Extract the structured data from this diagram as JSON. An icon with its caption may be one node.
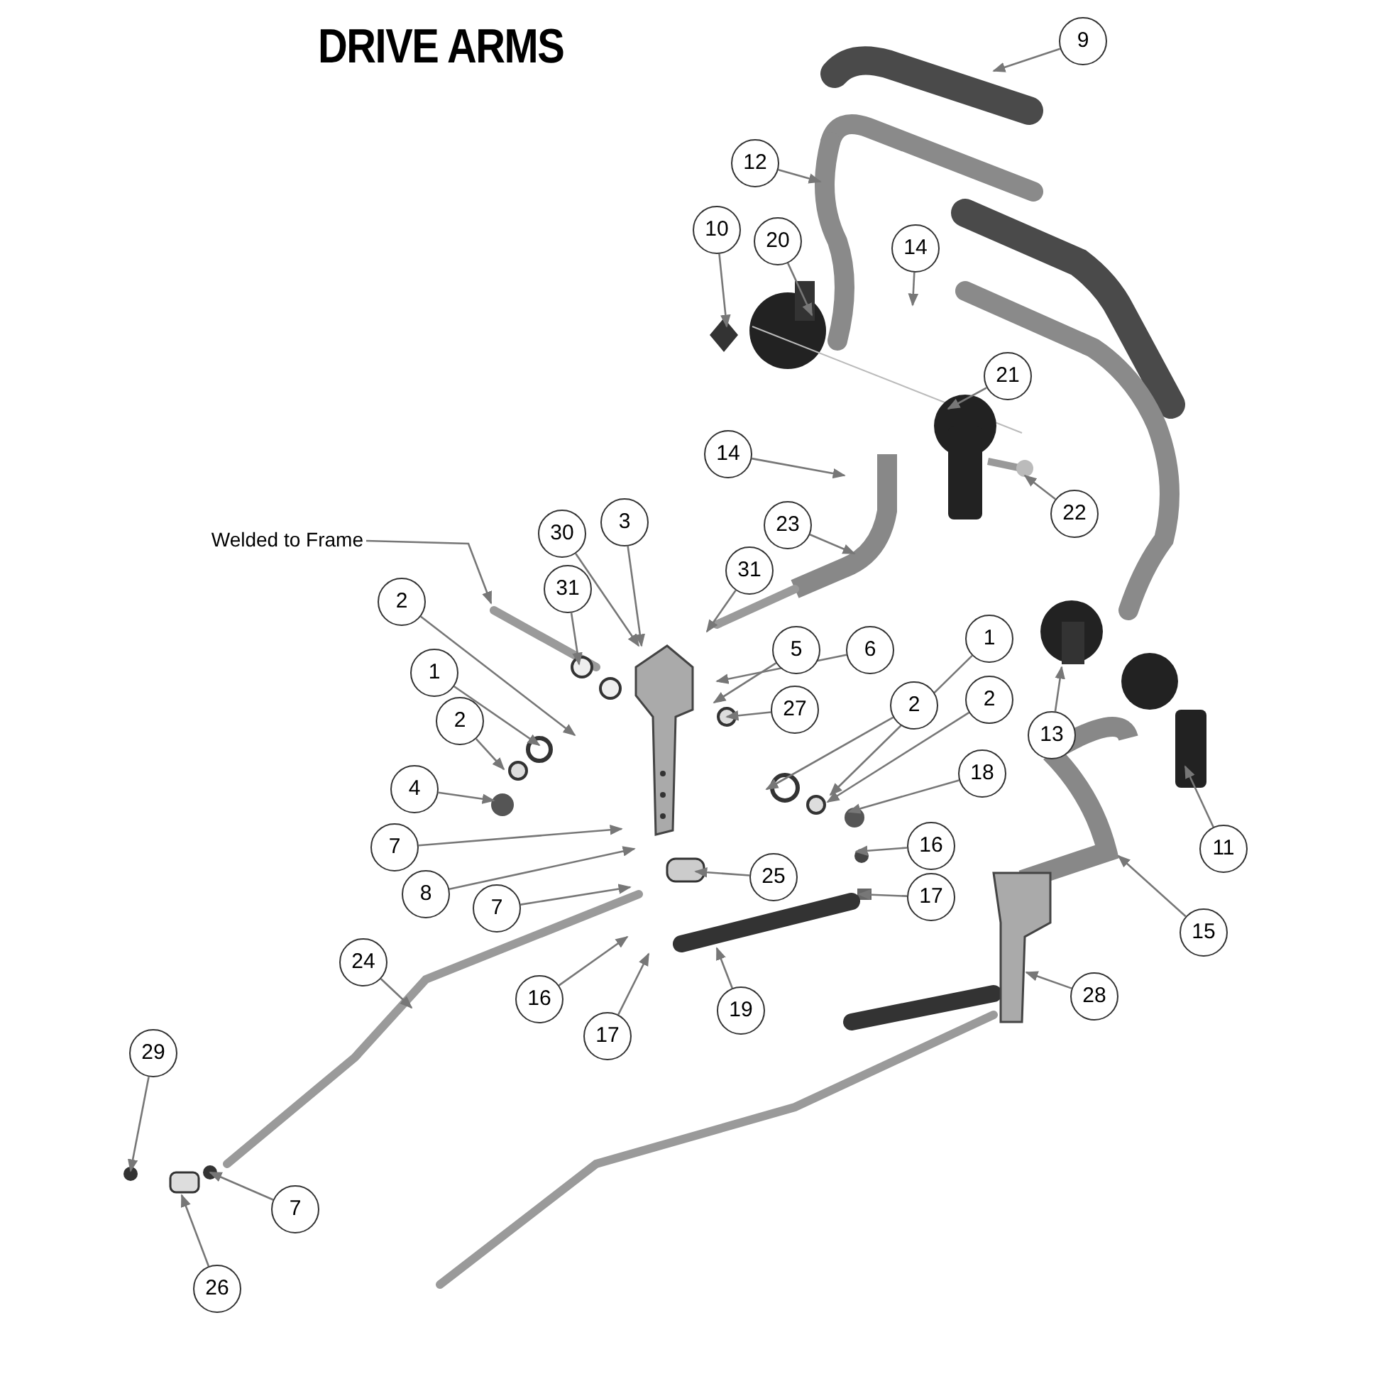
{
  "diagram": {
    "title": "DRIVE ARMS",
    "nodes": [
      {
        "text": [
          "9"
        ]
      },
      {
        "text": [
          "12"
        ]
      },
      {
        "text": [
          "10"
        ]
      },
      {
        "text": [
          "20"
        ]
      },
      {
        "text": [
          "14"
        ]
      },
      {
        "text": [
          "21"
        ]
      },
      {
        "text": [
          "14"
        ]
      },
      {
        "text": [
          "22"
        ]
      },
      {
        "text": [
          "23"
        ]
      },
      {
        "text": [
          "3"
        ]
      },
      {
        "text": [
          "Welded to Frame"
        ]
      },
      {
        "text": [
          "30"
        ]
      },
      {
        "text": [
          "31"
        ]
      },
      {
        "text": [
          "31"
        ]
      },
      {
        "text": [
          "2"
        ]
      },
      {
        "text": [
          "1"
        ]
      },
      {
        "text": [
          "5"
        ]
      },
      {
        "text": [
          "6"
        ]
      },
      {
        "text": [
          "1"
        ]
      },
      {
        "text": [
          "2"
        ]
      },
      {
        "text": [
          "27"
        ]
      },
      {
        "text": [
          "2"
        ]
      },
      {
        "text": [
          "2"
        ]
      },
      {
        "text": [
          "13"
        ]
      },
      {
        "text": [
          "18"
        ]
      },
      {
        "text": [
          "4"
        ]
      },
      {
        "text": [
          "16"
        ]
      },
      {
        "text": [
          "7"
        ]
      },
      {
        "text": [
          "11"
        ]
      },
      {
        "text": [
          "8"
        ]
      },
      {
        "text": [
          "17"
        ]
      },
      {
        "text": [
          "25"
        ]
      },
      {
        "text": [
          "7"
        ]
      },
      {
        "text": [
          "15"
        ]
      },
      {
        "text": [
          "24"
        ]
      },
      {
        "text": [
          "19"
        ]
      },
      {
        "text": [
          "16"
        ]
      },
      {
        "text": [
          "28"
        ]
      },
      {
        "text": [
          "17"
        ]
      },
      {
        "text": [
          "29"
        ]
      },
      {
        "text": [
          "7"
        ]
      },
      {
        "text": [
          "26"
        ]
      }
    ],
    "edges": [
      {
        "from": 0,
        "to": null,
        "arrow": "to"
      },
      {
        "from": 1,
        "to": null,
        "arrow": "to"
      },
      {
        "from": 2,
        "to": null,
        "arrow": "to"
      },
      {
        "from": 3,
        "to": null,
        "arrow": "to"
      },
      {
        "from": 4,
        "to": null,
        "arrow": "to"
      },
      {
        "from": 5,
        "to": null,
        "arrow": "to"
      },
      {
        "from": 6,
        "to": null,
        "arrow": "to"
      },
      {
        "from": 7,
        "to": null,
        "arrow": "to"
      },
      {
        "from": 8,
        "to": null,
        "arrow": "to"
      },
      {
        "from": 9,
        "to": null,
        "arrow": "to"
      },
      {
        "from": 10,
        "to": null,
        "arrow": "to"
      },
      {
        "from": 11,
        "to": null,
        "arrow": "to"
      },
      {
        "from": 12,
        "to": null,
        "arrow": "to"
      },
      {
        "from": 13,
        "to": null,
        "arrow": "to"
      },
      {
        "from": 14,
        "to": null,
        "arrow": "to"
      },
      {
        "from": 15,
        "to": null,
        "arrow": "to"
      },
      {
        "from": 16,
        "to": null,
        "arrow": "to"
      },
      {
        "from": 17,
        "to": null,
        "arrow": "to"
      },
      {
        "from": 18,
        "to": null,
        "arrow": "to"
      },
      {
        "from": 19,
        "to": null,
        "arrow": "to"
      },
      {
        "from": 20,
        "to": null,
        "arrow": "to"
      },
      {
        "from": 21,
        "to": null,
        "arrow": "to"
      },
      {
        "from": 22,
        "to": null,
        "arrow": "to"
      },
      {
        "from": 23,
        "to": null,
        "arrow": "to"
      },
      {
        "from": 24,
        "to": null,
        "arrow": "to"
      },
      {
        "from": 25,
        "to": null,
        "arrow": "to"
      },
      {
        "from": 26,
        "to": null,
        "arrow": "to"
      },
      {
        "from": 27,
        "to": null,
        "arrow": "to"
      },
      {
        "from": 28,
        "to": null,
        "arrow": "to"
      },
      {
        "from": 29,
        "to": null,
        "arrow": "to"
      },
      {
        "from": 30,
        "to": null,
        "arrow": "to"
      },
      {
        "from": 31,
        "to": null,
        "arrow": "to"
      },
      {
        "from": 32,
        "to": null,
        "arrow": "to"
      },
      {
        "from": 33,
        "to": null,
        "arrow": "to"
      },
      {
        "from": 34,
        "to": null,
        "arrow": "to"
      },
      {
        "from": 35,
        "to": null,
        "arrow": "to"
      },
      {
        "from": 36,
        "to": null,
        "arrow": "to"
      },
      {
        "from": 37,
        "to": null,
        "arrow": "to"
      },
      {
        "from": 38,
        "to": null,
        "arrow": "to"
      },
      {
        "from": 39,
        "to": null,
        "arrow": "to"
      },
      {
        "from": 40,
        "to": null,
        "arrow": "to"
      },
      {
        "from": 41,
        "to": null,
        "arrow": "to"
      }
    ]
  }
}
